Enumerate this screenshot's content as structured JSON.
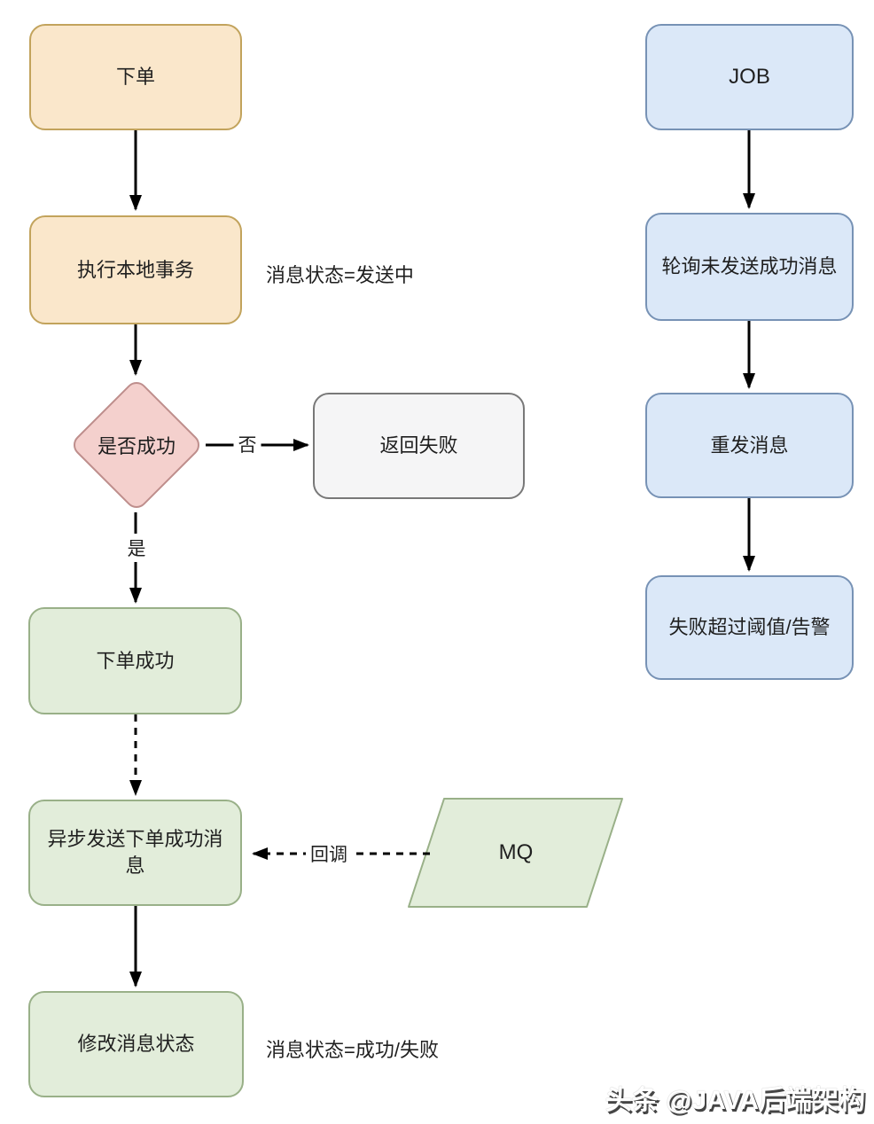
{
  "palette": {
    "client_step_fill": "#FAE7CB",
    "client_step_stroke": "#C2A35C",
    "decision_fill": "#F4D0CD",
    "decision_stroke": "#BE8E8C",
    "fail_terminal_fill": "#F5F5F6",
    "fail_terminal_stroke": "#787878",
    "success_step_fill": "#E2EDDA",
    "success_step_stroke": "#99B088",
    "job_step_fill": "#DBE8F8",
    "job_step_stroke": "#7792B5",
    "arrow_color": "#000000"
  },
  "nodes": {
    "place_order": {
      "label": "下单"
    },
    "local_tx": {
      "label": "执行本地事务"
    },
    "is_success": {
      "label": "是否成功"
    },
    "return_fail": {
      "label": "返回失败"
    },
    "order_success": {
      "label": "下单成功"
    },
    "async_send": {
      "label": "异步发送下单成功消息"
    },
    "mq": {
      "label": "MQ"
    },
    "modify_status": {
      "label": "修改消息状态"
    },
    "job": {
      "label": "JOB"
    },
    "poll_unsent": {
      "label": "轮询未发送成功消息"
    },
    "resend": {
      "label": "重发消息"
    },
    "fail_threshold": {
      "label": "失败超过阈值/告警"
    }
  },
  "edge_labels": {
    "no": "否",
    "yes": "是",
    "callback": "回调"
  },
  "annotations": {
    "sending": "消息状态=发送中",
    "result": "消息状态=成功/失败"
  },
  "watermark": "头条 @JAVA后端架构"
}
